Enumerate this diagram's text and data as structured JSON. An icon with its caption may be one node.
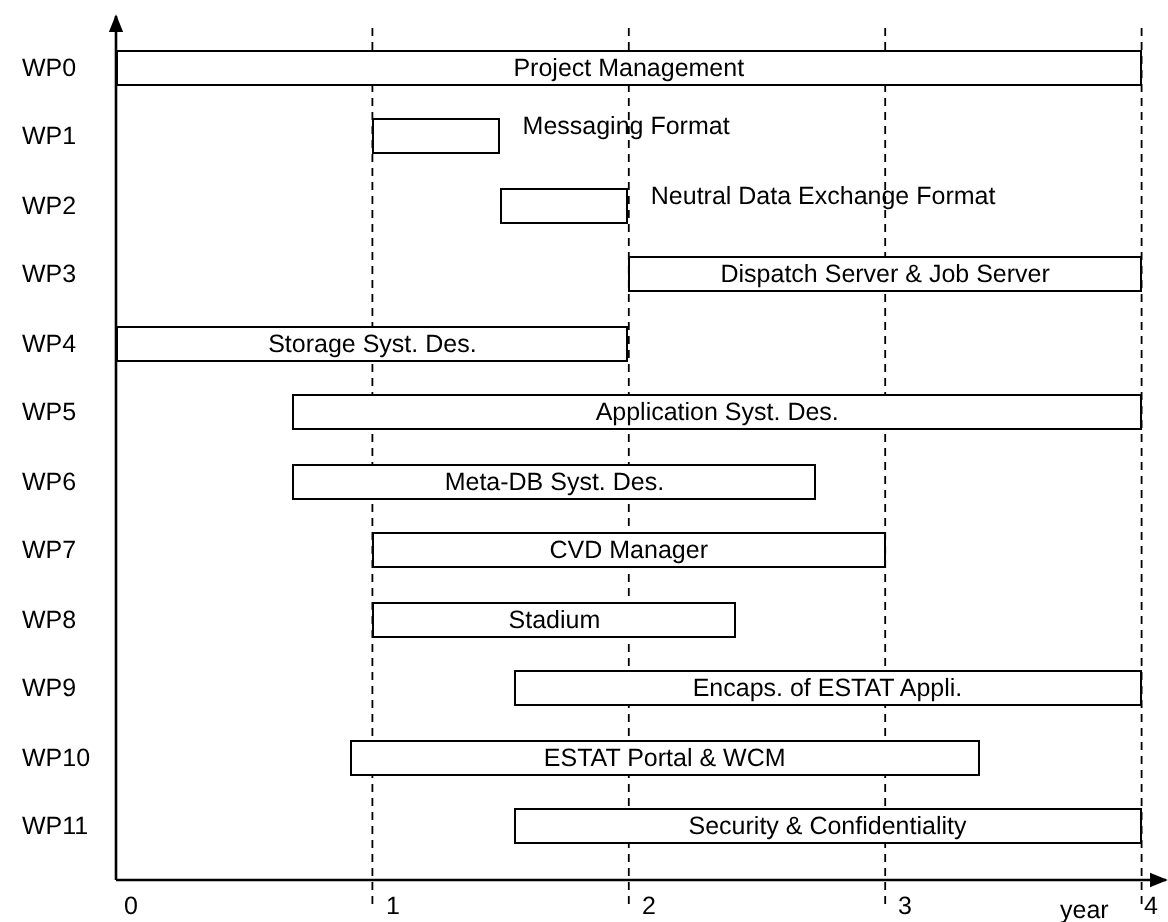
{
  "diagram": {
    "nodes": [
      {
        "text": [
          "Project Management"
        ]
      },
      {
        "text": [],
        "shape": "bar",
        "beside": [
          "Messaging Format"
        ]
      },
      {
        "text": [],
        "shape": "bar",
        "beside": [
          "Neutral Data Exchange Format"
        ]
      },
      {
        "text": [
          "Dispatch Server & Job Server"
        ]
      },
      {
        "text": [
          "Storage Syst. Des."
        ]
      },
      {
        "text": [
          "Application Syst. Des."
        ]
      },
      {
        "text": [
          "Meta-DB Syst. Des."
        ]
      },
      {
        "text": [
          "CVD Manager"
        ]
      },
      {
        "text": [
          "Stadium"
        ]
      },
      {
        "text": [
          "Encaps. of ESTAT Appli."
        ]
      },
      {
        "text": [
          "ESTAT Portal & WCM"
        ]
      },
      {
        "text": [
          "Security & Confidentiality"
        ]
      }
    ],
    "labels": [
      "WP0",
      "WP1",
      "WP2",
      "WP3",
      "WP4",
      "WP5",
      "WP6",
      "WP7",
      "WP8",
      "WP9",
      "WP10",
      "WP11",
      "0",
      "1",
      "2",
      "3",
      "year",
      "4"
    ]
  }
}
